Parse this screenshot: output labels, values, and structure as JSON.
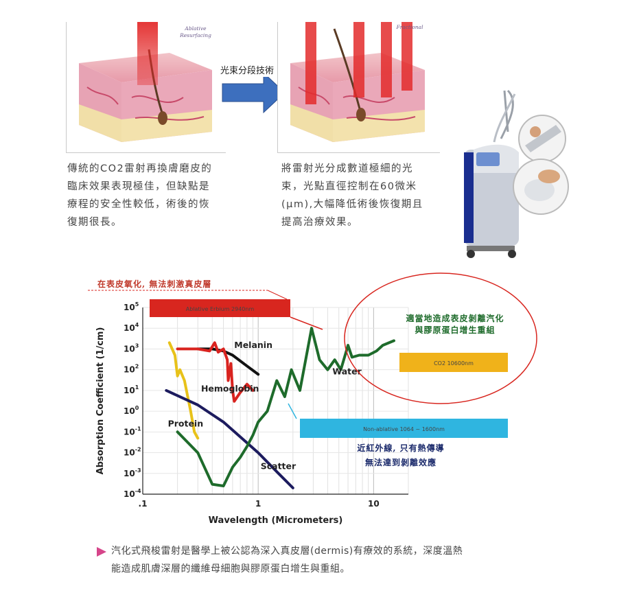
{
  "illustrations": {
    "left_label": "Ablative\nResurfacing",
    "right_label": "Fractional",
    "arrow_label": "光束分段技術"
  },
  "captions": {
    "left": [
      "傳統的CO2雷射再換膚磨皮的",
      "臨床效果表現極佳，但缺點是",
      "療程的安全性較低，術後的恢",
      "復期很長。"
    ],
    "right": [
      "將雷射光分成數道極細的光",
      "束，光點直徑控制在60微米",
      "(μm),大幅降低術後恢復期且",
      "提高治療效果。"
    ]
  },
  "chart_data": {
    "type": "line",
    "title": "",
    "xlabel": "Wavelength (Micrometers)",
    "ylabel": "Absorption Coefficient (1/cm)",
    "x_scale": "log",
    "y_scale": "log",
    "xlim": [
      0.1,
      20
    ],
    "ylim": [
      0.0001,
      100000
    ],
    "x_ticks": [
      ".1",
      "1",
      "10"
    ],
    "y_ticks": [
      "10-4",
      "10-3",
      "10-2",
      "10-1",
      "100",
      "101",
      "102",
      "103",
      "104",
      "105"
    ],
    "grid": true,
    "series": [
      {
        "name": "Melanin",
        "color": "#111111",
        "points": [
          [
            0.3,
            1000
          ],
          [
            0.4,
            1000
          ],
          [
            0.5,
            800
          ],
          [
            0.6,
            500
          ],
          [
            0.8,
            150
          ],
          [
            1.0,
            60
          ]
        ]
      },
      {
        "name": "Hemoglobin",
        "color": "#d9231f",
        "points": [
          [
            0.2,
            1000
          ],
          [
            0.3,
            1000
          ],
          [
            0.38,
            800
          ],
          [
            0.42,
            2000
          ],
          [
            0.45,
            700
          ],
          [
            0.5,
            1000
          ],
          [
            0.54,
            300
          ],
          [
            0.55,
            30
          ],
          [
            0.58,
            200
          ],
          [
            0.6,
            10
          ],
          [
            0.62,
            3
          ],
          [
            0.7,
            8
          ],
          [
            0.8,
            20
          ],
          [
            0.9,
            10
          ]
        ]
      },
      {
        "name": "Protein",
        "color": "#e8c21a",
        "points": [
          [
            0.17,
            2000
          ],
          [
            0.19,
            500
          ],
          [
            0.2,
            50
          ],
          [
            0.21,
            100
          ],
          [
            0.23,
            30
          ],
          [
            0.26,
            1
          ],
          [
            0.28,
            0.1
          ],
          [
            0.3,
            0.05
          ]
        ]
      },
      {
        "name": "Scatter",
        "color": "#1c1b5e",
        "points": [
          [
            0.16,
            10
          ],
          [
            0.3,
            2
          ],
          [
            0.5,
            0.3
          ],
          [
            1.0,
            0.01
          ],
          [
            1.5,
            0.001
          ],
          [
            2.0,
            0.0002
          ]
        ]
      },
      {
        "name": "Water",
        "color": "#1e6b2b",
        "points": [
          [
            0.2,
            0.1
          ],
          [
            0.3,
            0.01
          ],
          [
            0.4,
            0.0003
          ],
          [
            0.5,
            0.00025
          ],
          [
            0.6,
            0.002
          ],
          [
            0.7,
            0.006
          ],
          [
            0.8,
            0.02
          ],
          [
            0.9,
            0.07
          ],
          [
            1.0,
            0.3
          ],
          [
            1.2,
            1
          ],
          [
            1.45,
            30
          ],
          [
            1.7,
            5
          ],
          [
            1.94,
            100
          ],
          [
            2.3,
            10
          ],
          [
            2.9,
            10000
          ],
          [
            3.4,
            300
          ],
          [
            4.0,
            100
          ],
          [
            4.6,
            300
          ],
          [
            5.2,
            100
          ],
          [
            6.0,
            1500
          ],
          [
            6.5,
            400
          ],
          [
            7.5,
            500
          ],
          [
            9.0,
            500
          ],
          [
            10.6,
            800
          ],
          [
            12.0,
            1500
          ],
          [
            15.0,
            2500
          ]
        ]
      }
    ],
    "series_labels": {
      "Melanin": "Melanin",
      "Hemoglobin": "Hemoglobin",
      "Protein": "Protein",
      "Scatter": "Scatter",
      "Water": "Water"
    },
    "bars": [
      {
        "label": "Ablative Erbium 2940nm",
        "color": "#d8261f"
      },
      {
        "label": "CO2 10600nm",
        "color": "#f0b21a"
      },
      {
        "label": "Non-ablative 1064 ~ 1600nm",
        "color": "#2fb5e0"
      }
    ],
    "annotations": [
      "在表皮氧化, 無法刺激真皮層",
      "適當地造成表皮剝離汽化",
      "與膠原蛋白增生重組",
      "近紅外線, 只有熱傳導",
      "無法達到剝離效應"
    ]
  },
  "footer": {
    "line1": "汽化式飛梭雷射是醫學上被公認為深入真皮層(dermis)有療效的系統，深度溫熱",
    "line2": "能造成肌膚深層的纖維母細胞與膠原蛋白增生與重組。"
  },
  "colors": {
    "arrow": "#3d6fbe",
    "skin": "#e9a9b8",
    "laser": "#e03030",
    "machine": "#d8dbe3",
    "bullet": "#d6458a"
  }
}
